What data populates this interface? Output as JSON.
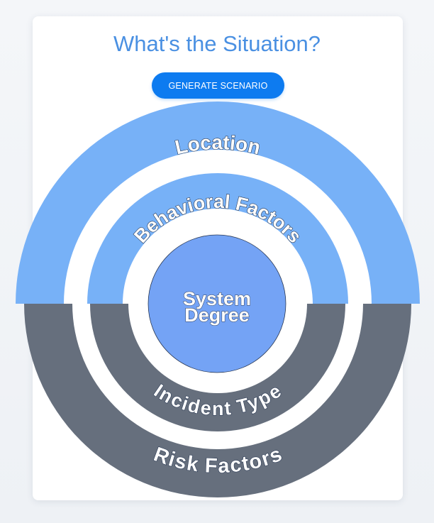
{
  "header": {
    "title": "What's the Situation?"
  },
  "toolbar": {
    "generate_label": "GENERATE SCENARIO"
  },
  "wheel": {
    "top_outer_label": "Location",
    "top_inner_label": "Behavioral Factors",
    "bottom_inner_label": "Incident Type",
    "bottom_outer_label": "Risk Factors",
    "center_line1": "System",
    "center_line2": "Degree",
    "colors": {
      "top_ring": "#77b1f7",
      "bottom_ring": "#666f7d",
      "center": "#74a3f5",
      "accent": "#0d7bf0",
      "title": "#4a90e2"
    }
  }
}
